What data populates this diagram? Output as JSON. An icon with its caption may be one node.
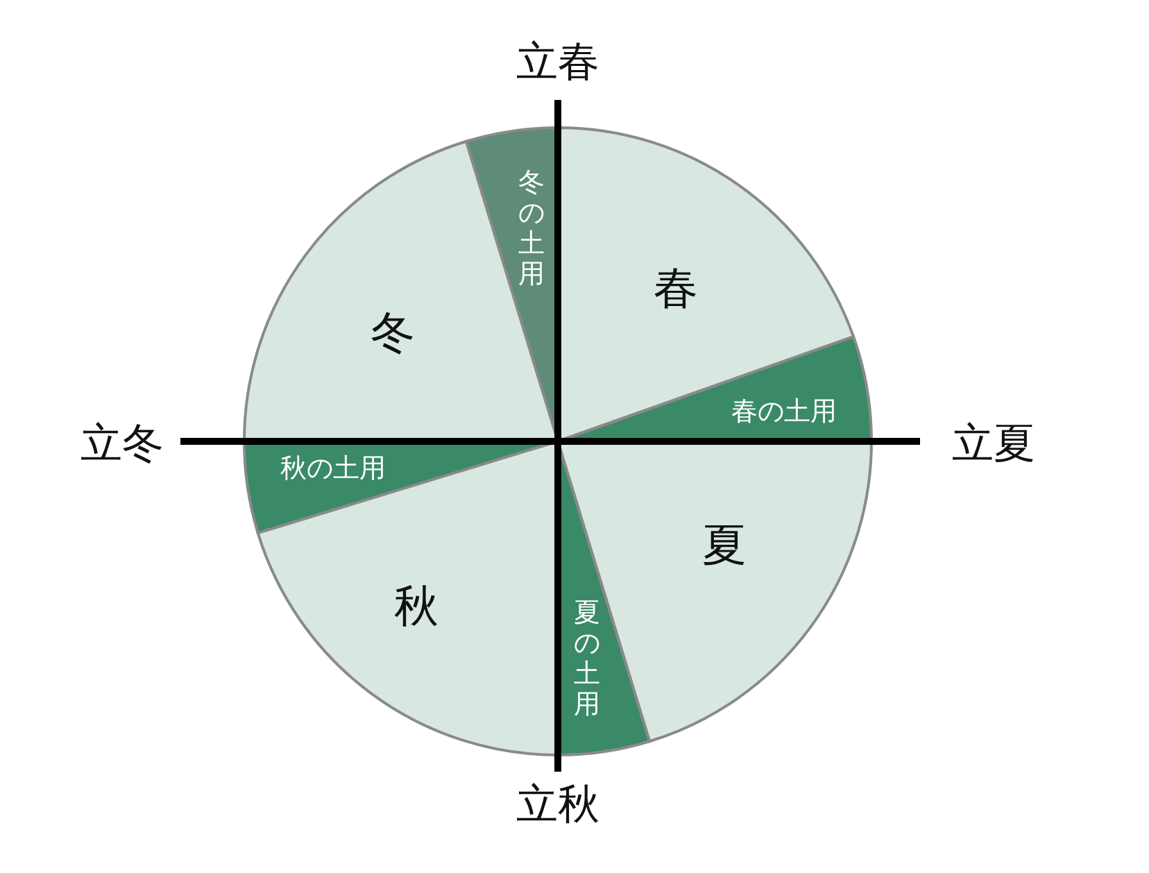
{
  "diagram": {
    "nodes": [
      {
        "text": [
          "冬の土用"
        ]
      },
      {
        "text": [
          "春"
        ]
      },
      {
        "text": [
          "冬"
        ]
      },
      {
        "text": [
          "春の土用"
        ]
      },
      {
        "text": [
          "秋の土用"
        ]
      },
      {
        "text": [
          "夏"
        ]
      },
      {
        "text": [
          "秋"
        ]
      },
      {
        "text": [
          "夏の土用"
        ]
      }
    ],
    "labels": [
      "立春",
      "立冬",
      "立夏",
      "立秋"
    ]
  }
}
